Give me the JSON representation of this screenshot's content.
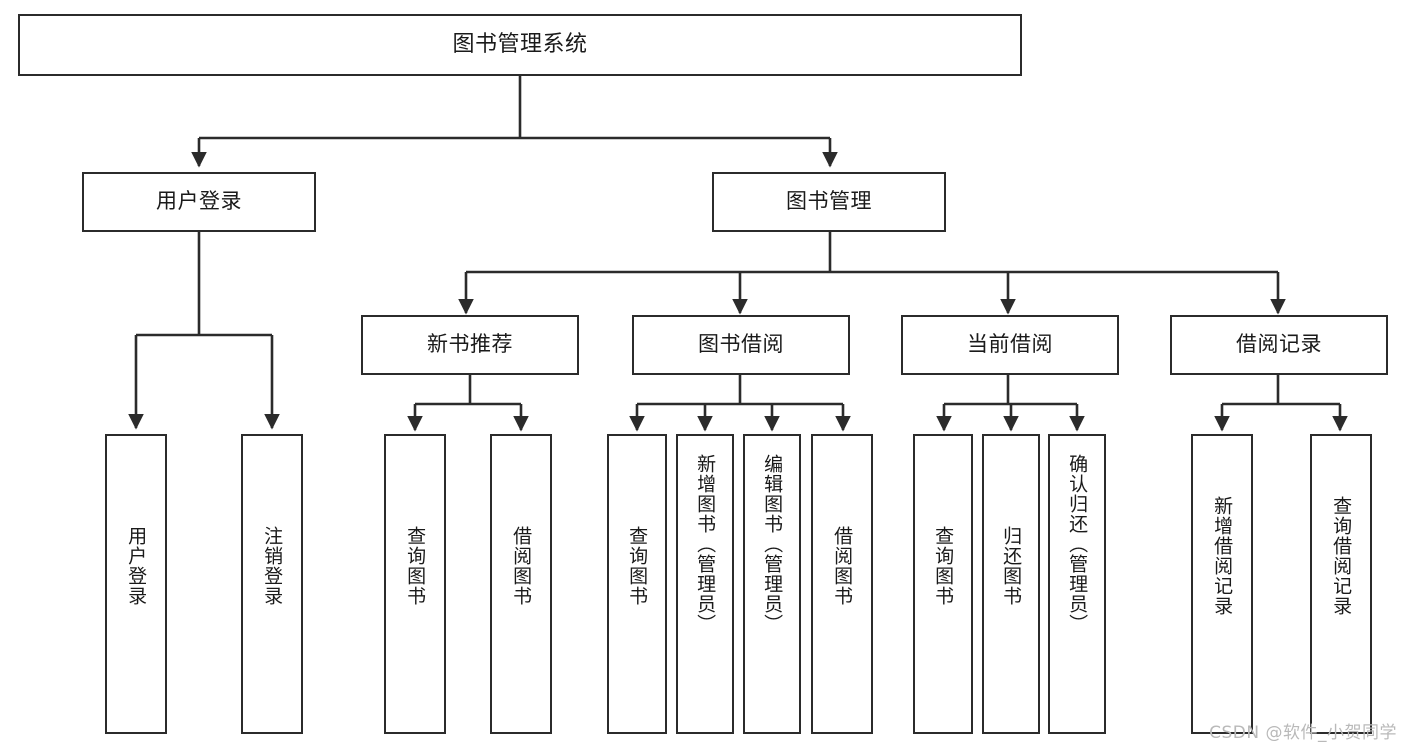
{
  "diagram": {
    "title": "图书管理系统",
    "type": "hierarchy-tree",
    "watermark": "CSDN @软件_小贺同学",
    "colors": {
      "box_border": "#2b2b2b",
      "connector": "#2b2b2b",
      "background": "#ffffff",
      "text": "#1a1a1a",
      "watermark": "#b9b9b9"
    },
    "root": {
      "label": "图书管理系统"
    },
    "level2": [
      {
        "label": "用户登录"
      },
      {
        "label": "图书管理"
      }
    ],
    "level3": [
      {
        "label": "新书推荐"
      },
      {
        "label": "图书借阅"
      },
      {
        "label": "当前借阅"
      },
      {
        "label": "借阅记录"
      }
    ],
    "leaves": {
      "user_login": [
        {
          "label": "用户登录"
        },
        {
          "label": "注销登录"
        }
      ],
      "new_book_recommend": [
        {
          "label": "查询图书"
        },
        {
          "label": "借阅图书"
        }
      ],
      "book_borrow": [
        {
          "label": "查询图书"
        },
        {
          "label": "新增图书（管理员）"
        },
        {
          "label": "编辑图书（管理员）"
        },
        {
          "label": "借阅图书"
        }
      ],
      "current_borrow": [
        {
          "label": "查询图书"
        },
        {
          "label": "归还图书"
        },
        {
          "label": "确认归还（管理员）"
        }
      ],
      "borrow_record": [
        {
          "label": "新增借阅记录"
        },
        {
          "label": "查询借阅记录"
        }
      ]
    }
  }
}
